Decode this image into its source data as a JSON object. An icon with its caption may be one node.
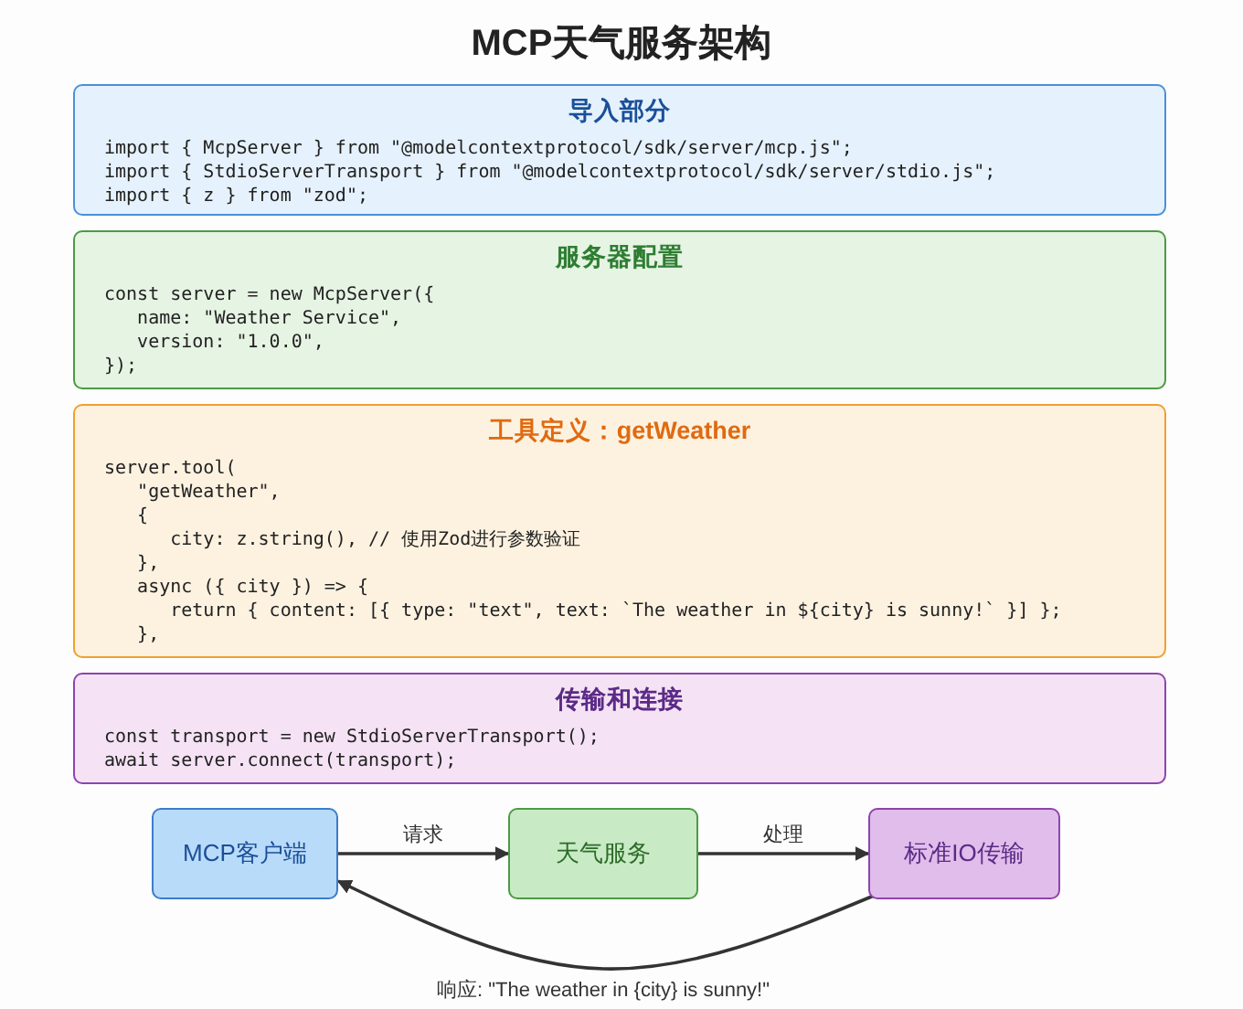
{
  "diagram": {
    "title": "MCP天气服务架构",
    "nodes": [
      {
        "text": [
          "导入部分",
          "import { McpServer } from \"@modelcontextprotocol/sdk/server/mcp.js\";",
          "import { StdioServerTransport } from \"@modelcontextprotocol/sdk/server/stdio.js\";",
          "import { z } from \"zod\";"
        ]
      },
      {
        "text": [
          "服务器配置",
          "const server = new McpServer({",
          "   name: \"Weather Service\",",
          "   version: \"1.0.0\",",
          "});"
        ]
      },
      {
        "text": [
          "工具定义：getWeather",
          "server.tool(",
          "   \"getWeather\",",
          "   {",
          "      city: z.string(), // 使用Zod进行参数验证",
          "   },",
          "   async ({ city }) => {",
          "      return { content: [{ type: \"text\", text: `The weather in ${city} is sunny!` }] };",
          "   },"
        ]
      },
      {
        "text": [
          "传输和连接",
          "const transport = new StdioServerTransport();",
          "await server.connect(transport);"
        ]
      },
      {
        "text": [
          "MCP客户端"
        ]
      },
      {
        "text": [
          "天气服务"
        ]
      },
      {
        "text": [
          "标准IO传输"
        ]
      }
    ],
    "edges": [
      {
        "from": 4,
        "to": 5,
        "arrow": "to",
        "label": "请求"
      },
      {
        "from": 5,
        "to": 6,
        "arrow": "to",
        "label": "处理"
      },
      {
        "from": 6,
        "to": 4,
        "arrow": "to",
        "label": "响应: \"The weather in {city} is sunny!\""
      }
    ]
  }
}
